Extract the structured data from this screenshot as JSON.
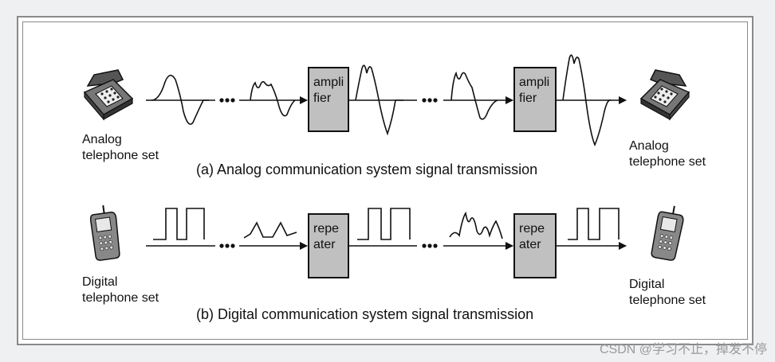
{
  "analog_row": {
    "left_label": "Analog\ntelephone set",
    "right_label": "Analog\ntelephone set",
    "box1_label": "ampli\nfier",
    "box2_label": "ampli\nfier",
    "caption": "(a) Analog communication system signal transmission"
  },
  "digital_row": {
    "left_label": "Digital\ntelephone set",
    "right_label": "Digital\ntelephone set",
    "box1_label": "repe\nater",
    "box2_label": "repe\nater",
    "caption": "(b) Digital communication system signal transmission"
  },
  "watermark": "CSDN @学习不止，掉发不停",
  "colors": {
    "box_fill": "#c0c0c0",
    "line": "#111111",
    "frame": "#8a8a8a"
  },
  "icons": [
    "desk-telephone-icon",
    "mobile-phone-icon"
  ]
}
